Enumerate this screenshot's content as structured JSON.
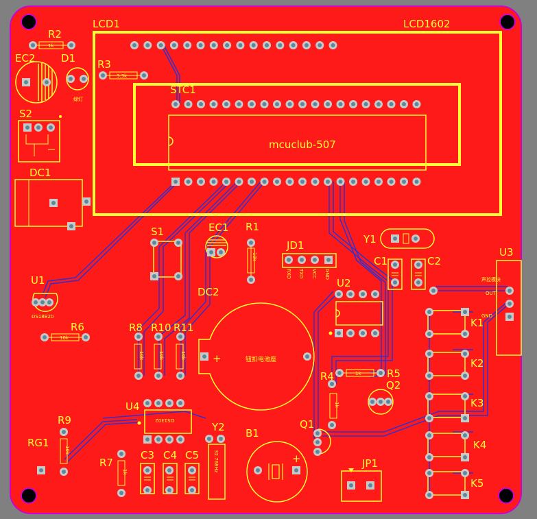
{
  "board": {
    "colors": {
      "substrate": "#ff1a1a",
      "background": "#808080",
      "outline": "#d000d0",
      "silk": "#ffff33",
      "trace": "#3030d0",
      "pad_ring": "#c8c8c8",
      "pad_hole": "#5a8a9a",
      "mount_hole": "#000000"
    },
    "labels": {
      "lcd1": "LCD1",
      "lcd1602": "LCD1602",
      "r2": "R2",
      "r2_value": "1k",
      "d1": "D1",
      "d1_text": "绿灯",
      "ec2": "EC2",
      "r3": "R3",
      "r3_value": "3.3k",
      "stc1": "STC1",
      "mcu_name": "mcuclub-507",
      "s2": "S2",
      "dc1": "DC1",
      "s1": "S1",
      "ec1": "EC1",
      "r1": "R1",
      "r1_value": "10k",
      "jd1": "JD1",
      "jd1_pins": [
        "RXD",
        "TXD",
        "VCC",
        "GND"
      ],
      "y1": "Y1",
      "c1": "C1",
      "c2": "C2",
      "u3": "U3",
      "u3_pins": [
        "声控模块",
        "OUT",
        "GND"
      ],
      "u1": "U1",
      "u1_text": "DS18B20",
      "dc2": "DC2",
      "u2": "U2",
      "k1": "K1",
      "k2": "K2",
      "k3": "K3",
      "k4": "K4",
      "k5": "K5",
      "r6": "R6",
      "r6_value": "10k",
      "r8": "R8",
      "r8_value": "10k",
      "r10": "R10",
      "r10_value": "10k",
      "r11": "R11",
      "r11_value": "10k",
      "battery_text": "钮扣电池座",
      "battery_plus": "+",
      "r4": "R4",
      "r4_value": "1k",
      "r5": "R5",
      "r5_value": "1k",
      "q2": "Q2",
      "u4": "U4",
      "u4_text": "DS1302",
      "y2": "Y2",
      "y2_text": "32.768Hz",
      "r9": "R9",
      "r9_value": "10k",
      "rg1": "RG1",
      "r7": "R7",
      "r7_value": "1k",
      "c3": "C3",
      "c4": "C4",
      "c5": "C5",
      "b1": "B1",
      "b1_plus": "+",
      "q1": "Q1",
      "jp1": "JP1"
    }
  }
}
